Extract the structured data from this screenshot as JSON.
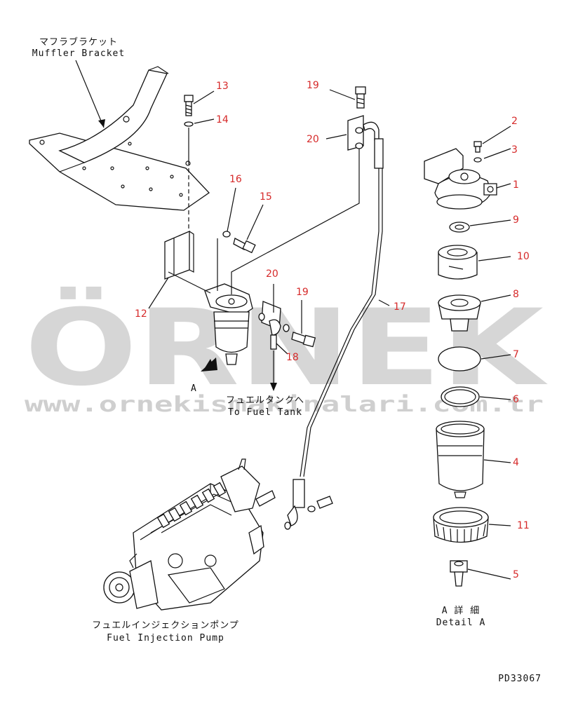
{
  "watermark": {
    "brand": "ÖRNEK",
    "url": "www.ornekismakinalari.com.tr"
  },
  "labels": {
    "muffler_jp": "マフラブラケット",
    "muffler_en": "Muffler Bracket",
    "tank_jp": "フュエルタンクへ",
    "tank_en": "To Fuel Tank",
    "pump_jp": "フュエルインジェクションポンプ",
    "pump_en": "Fuel Injection Pump",
    "detail_jp": "A 詳 細",
    "detail_en": "Detail A",
    "view_a": "A",
    "drawing_no": "PD33067"
  },
  "callouts": [
    "13",
    "14",
    "16",
    "15",
    "12",
    "19",
    "20",
    "20",
    "19",
    "18",
    "17",
    "2",
    "3",
    "1",
    "9",
    "10",
    "8",
    "7",
    "6",
    "4",
    "11",
    "5"
  ],
  "colors": {
    "callout": "#d62a2a",
    "line": "#111111",
    "watermark": "#c9c9c9",
    "watermark_accent": "#f2d27a"
  }
}
